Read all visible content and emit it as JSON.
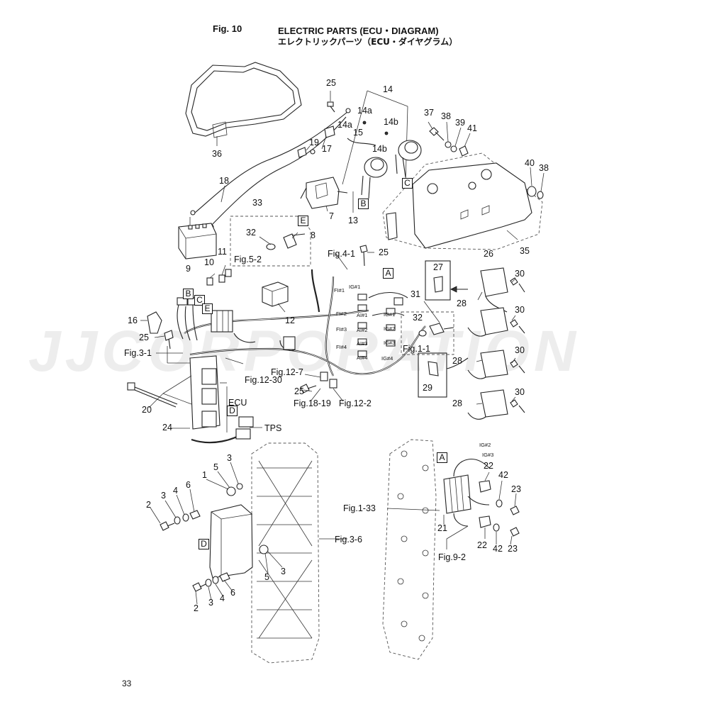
{
  "header": {
    "fig_no": "Fig. 10",
    "title_en": "ELECTRIC PARTS (ECU・DIAGRAM)",
    "title_jp": "エレクトリックパーツ（ECU・ダイヤグラム）"
  },
  "watermark": "JJCORPORATION",
  "page_number": "33",
  "callouts": {
    "c36": "36",
    "c25a": "25",
    "c14": "14",
    "c14a_1": "14a",
    "c14b_1": "14b",
    "c14a_2": "14a",
    "c15": "15",
    "c14b_2": "14b",
    "c37": "37",
    "c38a": "38",
    "c39": "39",
    "c41": "41",
    "c19": "19",
    "c17": "17",
    "c18": "18",
    "c40": "40",
    "c38b": "38",
    "c33": "33",
    "c7": "7",
    "c13": "13",
    "c8": "8",
    "c32a": "32",
    "c35": "35",
    "c25b": "25",
    "c11": "11",
    "c10": "10",
    "c9": "9",
    "c26": "26",
    "c27": "27",
    "c30a": "30",
    "c31": "31",
    "c30b": "30",
    "c28a": "28",
    "c32b": "32",
    "c12": "12",
    "c16": "16",
    "c25c": "25",
    "c28b": "28",
    "c30c": "30",
    "c29": "29",
    "c25d": "25",
    "c28c": "28",
    "c30d": "30",
    "c20": "20",
    "c24": "24",
    "c22a": "22",
    "c42a": "42",
    "c23a": "23",
    "c3a": "3",
    "c5a": "5",
    "c1": "1",
    "c6a": "6",
    "c3b": "3",
    "c4a": "4",
    "c2a": "2",
    "c21": "21",
    "c22b": "22",
    "c42b": "42",
    "c23b": "23",
    "c5b": "5",
    "c3c": "3",
    "c2b": "2",
    "c3d": "3",
    "c4b": "4",
    "c6b": "6"
  },
  "boxes": {
    "bC1": "C",
    "bB1": "B",
    "bE1": "E",
    "bA1": "A",
    "bB2": "B",
    "bC2": "C",
    "bE2": "E",
    "bD1": "D",
    "bA2": "A",
    "bD2": "D"
  },
  "refs": {
    "fig5_2": "Fig.5-2",
    "fig4_1": "Fig.4-1",
    "fig1_1": "Fig.1-1",
    "fig3_1": "Fig.3-1",
    "fig12_30": "Fig.12-30",
    "fig12_7": "Fig.12-7",
    "fig18_19": "Fig.18-19",
    "fig12_2": "Fig.12-2",
    "fig1_33": "Fig.1-33",
    "fig3_6": "Fig.3-6",
    "fig9_2": "Fig.9-2",
    "ecu": "ECU",
    "tps": "TPS"
  },
  "wire_tags": {
    "t_ig1a": "IG#1",
    "t_fi1": "FI#1",
    "t_fi2": "FI#2",
    "t_ai1": "AI#1",
    "t_ig1b": "IG#1",
    "t_fi3": "FI#3",
    "t_ai2": "AI#2",
    "t_ig2": "IG#2",
    "t_ai3": "AI#3",
    "t_ig3": "IG#3",
    "t_fi4": "FI#4",
    "t_ai4": "AI#4",
    "t_ig4": "IG#4",
    "t_ig2b": "IG#2",
    "t_ig3b": "IG#3"
  }
}
